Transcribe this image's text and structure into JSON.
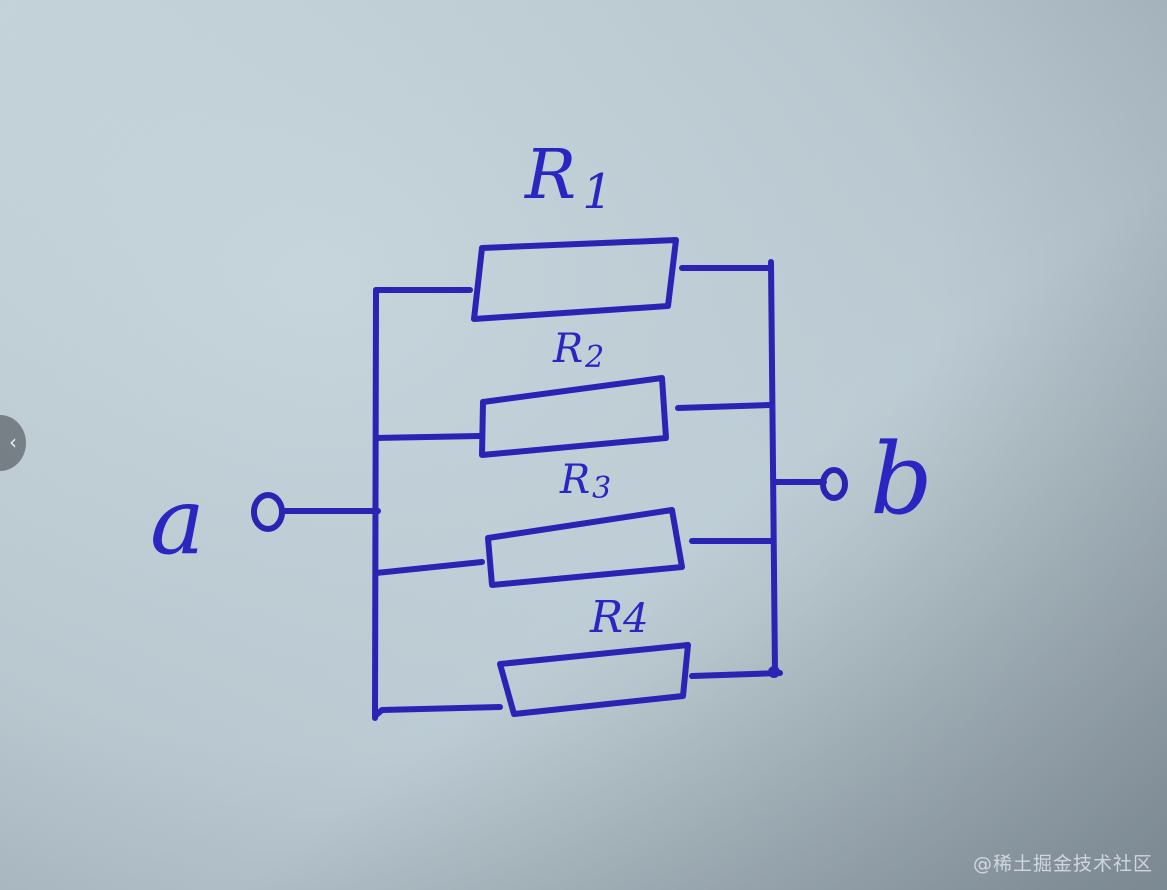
{
  "diagram": {
    "terminal_a_label": "a",
    "terminal_b_label": "b",
    "resistors": [
      {
        "label_main": "R",
        "label_sub": "1"
      },
      {
        "label_main": "R",
        "label_sub": "2"
      },
      {
        "label_main": "R",
        "label_sub": "3"
      },
      {
        "label_main": "R",
        "label_sub": "4"
      }
    ],
    "ink_color": "#2a23b4",
    "paper_color": "#c4d2da"
  },
  "overlay": {
    "side_tab_icon": "chevron-left",
    "side_tab_glyph": "‹",
    "watermark_text": "@稀土掘金技术社区"
  }
}
